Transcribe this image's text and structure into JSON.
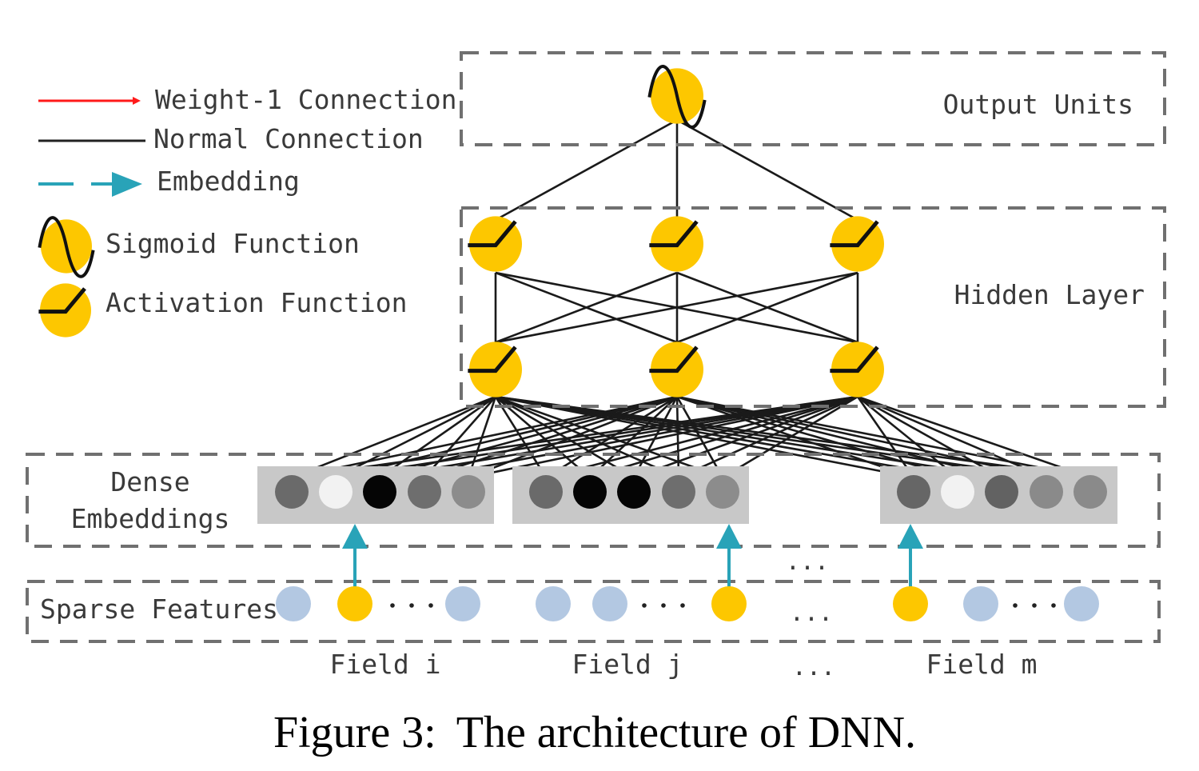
{
  "legend": {
    "items": [
      {
        "label": "Weight-1 Connection",
        "symbol": "red-arrow"
      },
      {
        "label": "Normal Connection",
        "symbol": "black-line"
      },
      {
        "label": "Embedding",
        "symbol": "teal-dashed-arrow"
      },
      {
        "label": "Sigmoid Function",
        "symbol": "sigmoid-node"
      },
      {
        "label": "Activation Function",
        "symbol": "activation-node"
      }
    ]
  },
  "layers": {
    "output": {
      "label": "Output Units",
      "units": 1,
      "unit_type": "sigmoid"
    },
    "hidden": {
      "label": "Hidden Layer",
      "rows": 2,
      "units_per_row": 3,
      "unit_type": "activation"
    },
    "dense": {
      "label_line1": "Dense",
      "label_line2": "Embeddings"
    },
    "sparse": {
      "label": "Sparse Features"
    }
  },
  "fields": [
    {
      "label": "Field i",
      "embedding_shades": [
        "#6a6a6a",
        "#f2f2f2",
        "#050505",
        "#6e6e6e",
        "#8c8c8c"
      ],
      "sparse": [
        "inactive",
        "active",
        "ellipsis",
        "inactive"
      ]
    },
    {
      "label": "Field j",
      "embedding_shades": [
        "#6a6a6a",
        "#050505",
        "#050505",
        "#6e6e6e",
        "#8c8c8c"
      ],
      "sparse": [
        "inactive",
        "inactive",
        "ellipsis",
        "active"
      ]
    },
    {
      "label": "Field m",
      "embedding_shades": [
        "#666666",
        "#f2f2f2",
        "#626262",
        "#8a8a8a",
        "#8a8a8a"
      ],
      "sparse": [
        "active",
        "inactive",
        "ellipsis",
        "inactive"
      ]
    }
  ],
  "ellipsis": "...",
  "caption": {
    "prefix": "Figure 3:",
    "text": "The architecture of DNN."
  },
  "colors": {
    "node_yellow": "#fdc700",
    "sparse_inactive": "#b3c8e2",
    "embedding_teal": "#29a3b8",
    "weight1_red": "#ff1a1a",
    "box_gray": "#c8c8c8",
    "dash_gray": "#6e6e6e"
  }
}
